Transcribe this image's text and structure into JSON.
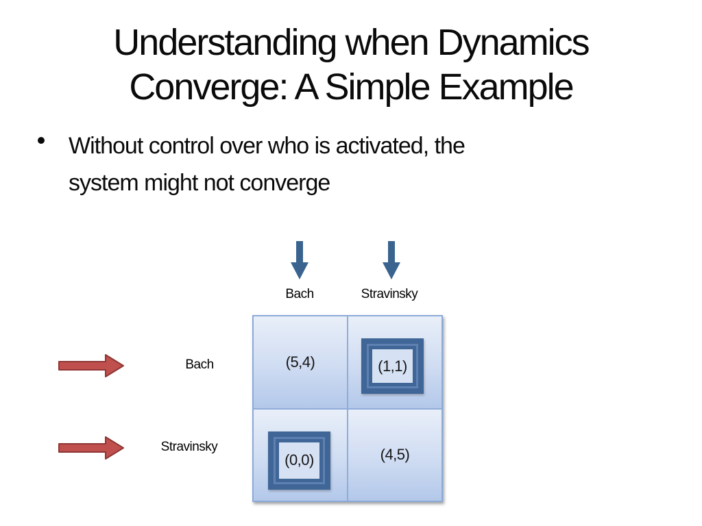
{
  "slide": {
    "title_lines": [
      "Understanding when Dynamics",
      "Converge: A Simple Example"
    ],
    "bullet": {
      "marker": "•",
      "lines": [
        "Without control over who is activated, the",
        "system might not converge"
      ]
    },
    "diagram": {
      "col_labels": [
        "Bach",
        "Stravinsky"
      ],
      "row_labels": [
        "Bach",
        "Stravinsky"
      ],
      "cells": [
        [
          "(5,4)",
          "(1,1)"
        ],
        [
          "(0,0)",
          "(4,5)"
        ]
      ],
      "highlighted_cells": [
        "(1,1)",
        "(0,0)"
      ],
      "colors": {
        "down_arrow_blue": "#3a648f",
        "highlight_frame_blue": "#3f6697",
        "highlight_gap_blue": "#5e81b2",
        "highlight_interior": "#d6e1f3",
        "cell_gradient_top": "#e9eff9",
        "cell_gradient_bottom": "#b3c8ea",
        "grid_border": "#85a7d8",
        "red_arrow_fill": "#c0504d",
        "red_arrow_border": "#8e3634",
        "text_color": "#0a0a0a"
      }
    }
  }
}
